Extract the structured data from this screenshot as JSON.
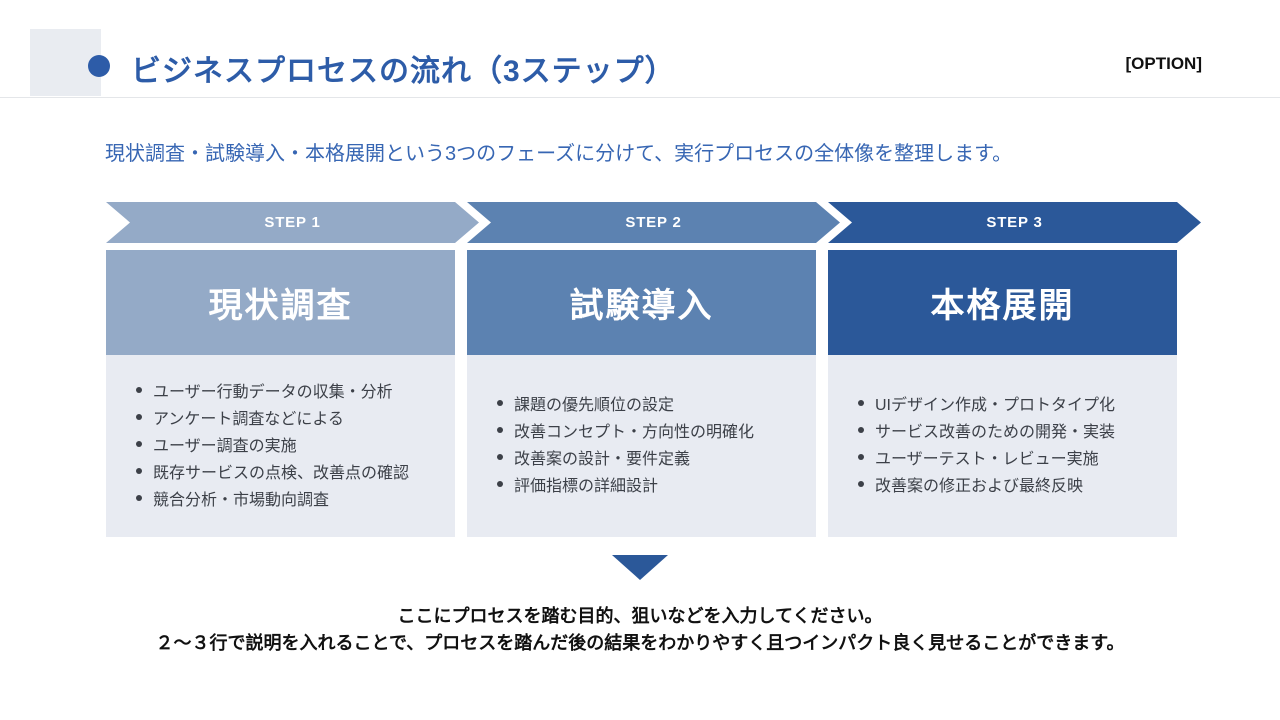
{
  "header": {
    "title": "ビジネスプロセスの流れ（3ステップ）",
    "option_label": "[OPTION]"
  },
  "subtitle": "現状調査・試験導入・本格展開という3つのフェーズに分けて、実行プロセスの全体像を整理します。",
  "steps": [
    {
      "step_label": "STEP 1",
      "title": "現状調査",
      "color": "#94AAC7",
      "items": [
        "ユーザー行動データの収集・分析",
        "アンケート調査などによる",
        "ユーザー調査の実施",
        "既存サービスの点検、改善点の確認",
        "競合分析・市場動向調査"
      ]
    },
    {
      "step_label": "STEP 2",
      "title": "試験導入",
      "color": "#5C82B1",
      "items": [
        "課題の優先順位の設定",
        "改善コンセプト・方向性の明確化",
        "改善案の設計・要件定義",
        "評価指標の詳細設計"
      ]
    },
    {
      "step_label": "STEP 3",
      "title": "本格展開",
      "color": "#2B5899",
      "items": [
        "UIデザイン作成・プロトタイプ化",
        "サービス改善のための開発・実装",
        "ユーザーテスト・レビュー実施",
        "改善案の修正および最終反映"
      ]
    }
  ],
  "footer": {
    "line1": "ここにプロセスを踏む目的、狙いなどを入力してください。",
    "line2": "２～３行で説明を入れることで、プロセスを踏んだ後の結果をわかりやすく且つインパクト良く見せることができます。"
  },
  "colors": {
    "accent_blue": "#2D5CA8",
    "subtitle_blue": "#3766B3",
    "list_background": "#E8EBF2",
    "arrow_blue": "#2B5899",
    "text_dark": "#3C4048"
  }
}
